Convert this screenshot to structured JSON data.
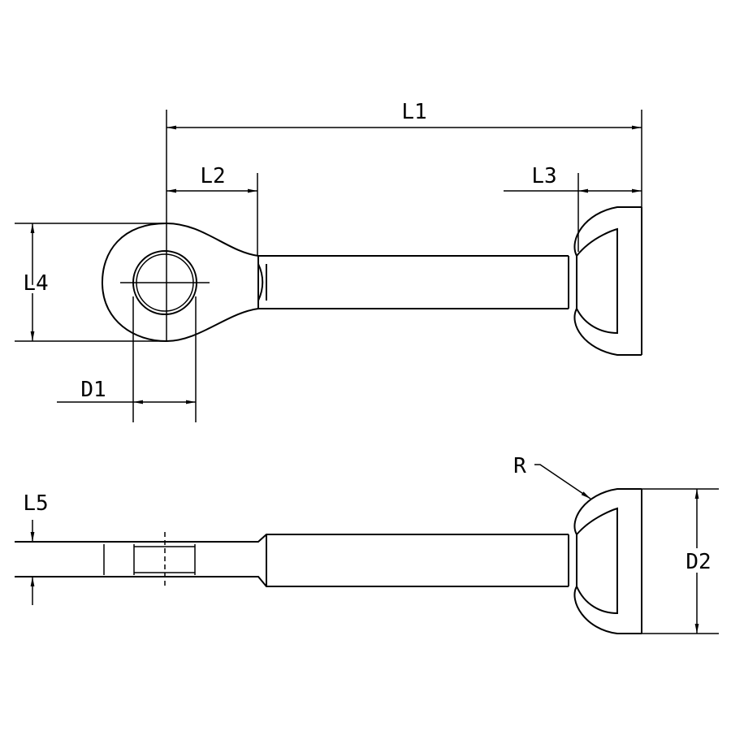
{
  "labels": {
    "l1": "L1",
    "l2": "L2",
    "l3": "L3",
    "l4": "L4",
    "l5": "L5",
    "d1": "D1",
    "d2": "D2",
    "r": "R"
  },
  "colors": {
    "line": "#000000",
    "background": "#ffffff"
  }
}
